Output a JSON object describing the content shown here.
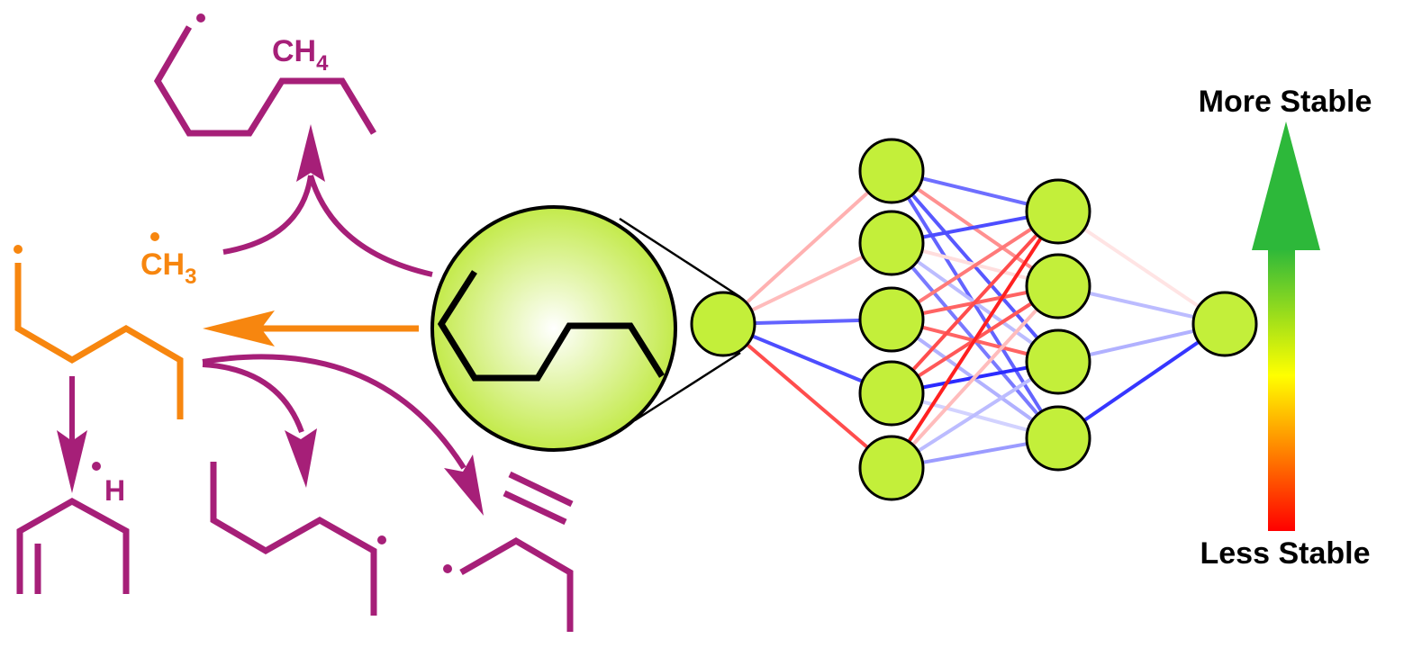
{
  "colors": {
    "purple": "#a61f78",
    "orange": "#f7860f",
    "node_fill": "#c3ef3a",
    "positive_weight": "#ff2020",
    "negative_weight": "#2020ff",
    "gradient_top": "#2db83a",
    "gradient_mid": "#ffff00",
    "gradient_bottom": "#ff0000"
  },
  "labels": {
    "methane": "CH",
    "methane_sub": "4",
    "methyl": "CH",
    "methyl_sub": "3",
    "hydrogen": "H",
    "more_stable": "More Stable",
    "less_stable": "Less Stable"
  },
  "network": {
    "layers": [
      1,
      5,
      4,
      1
    ],
    "weights": [
      [
        [
          0.35,
          0.3,
          -0.7,
          -0.8,
          0.8
        ]
      ],
      [
        [
          -0.65,
          0.5,
          -0.75,
          -0.7
        ],
        [
          -0.8,
          0.15,
          -0.3,
          -0.6
        ],
        [
          0.6,
          0.7,
          0.7,
          -0.35
        ],
        [
          0.8,
          0.75,
          -0.95,
          -0.2
        ],
        [
          1.0,
          0.3,
          -0.3,
          -0.45
        ]
      ],
      [
        [
          0.12
        ],
        [
          -0.3
        ],
        [
          -0.35
        ],
        [
          -0.9
        ]
      ]
    ]
  }
}
